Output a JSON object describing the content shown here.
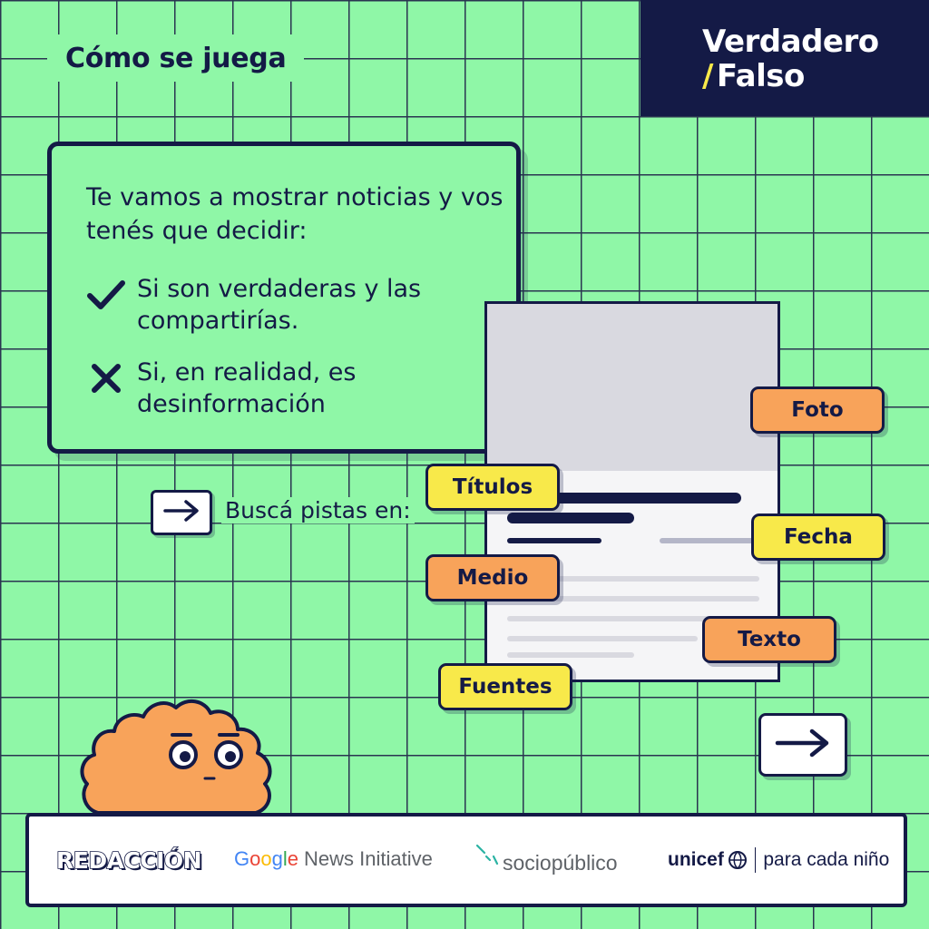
{
  "header": {
    "section_title": "Cómo se juega",
    "brand_line1": "Verdadero",
    "brand_slash": "/",
    "brand_line2": "Falso"
  },
  "instructions": {
    "intro": "Te vamos a mostrar noticias y vos tenés que decidir:",
    "option_true": "Si son verdaderas y las compartirías.",
    "option_false": "Si, en realidad, es desinformación"
  },
  "clues": {
    "prompt": "Buscá pistas en:",
    "tags": {
      "foto": "Foto",
      "titulos": "Títulos",
      "fecha": "Fecha",
      "medio": "Medio",
      "texto": "Texto",
      "fuentes": "Fuentes"
    }
  },
  "footer": {
    "redaccion": "REDACCIÓN",
    "google_g1": "G",
    "google_g2": "o",
    "google_g3": "o",
    "google_g4": "g",
    "google_g5": "l",
    "google_g6": "e",
    "google_news": "News Initiative",
    "sociopublico": "sociopúblico",
    "unicef": "unicef",
    "unicef_tagline": "para cada niño"
  },
  "icons": {
    "check": "check-icon",
    "cross": "x-icon",
    "arrow": "arrow-right-icon"
  },
  "colors": {
    "background": "#8ff7a7",
    "navy": "#141a46",
    "orange": "#f8a35a",
    "yellow": "#f8e94a"
  }
}
